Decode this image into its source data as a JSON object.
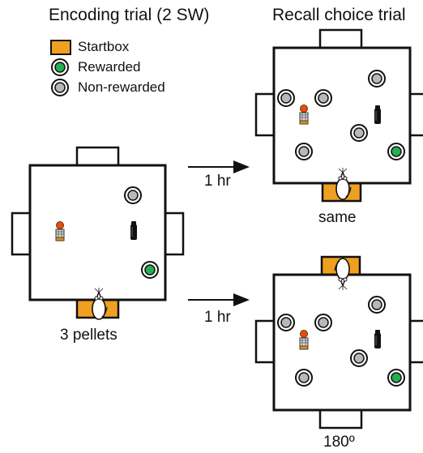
{
  "headers": {
    "encoding": "Encoding trial (2 SW)",
    "recall": "Recall choice trial"
  },
  "legend": {
    "startbox": "Startbox",
    "rewarded": "Rewarded",
    "non_rewarded": "Non-rewarded"
  },
  "arrows": {
    "upper_time": "1 hr",
    "lower_time": "1 hr"
  },
  "captions": {
    "encoding": "3 pellets",
    "recall_same": "same",
    "recall_rotated": "180º"
  },
  "colors": {
    "startbox": "#f0a020",
    "rewarded": "#22b14c",
    "non_rewarded": "#b8b8b8",
    "outline": "#111111"
  },
  "icons": {
    "rat": "rat-icon",
    "cue_bottle": "bottle-icon",
    "cue_stack": "stacked-object-icon"
  }
}
